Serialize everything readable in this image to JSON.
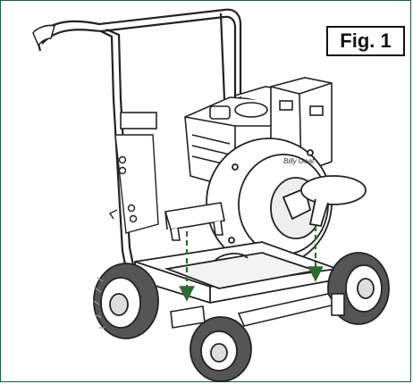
{
  "figure": {
    "label": "Fig. 1",
    "logo_text": "Billy Goat"
  },
  "colors": {
    "frame_border": "#1f5a3a",
    "arrow": "#2e6b2e",
    "line": "#222222",
    "fill_light": "#ffffff",
    "fill_shade": "#d9d9d9",
    "tire": "#555555"
  },
  "illustration": {
    "subject": "blower-assembly",
    "arrows_count": 2
  }
}
